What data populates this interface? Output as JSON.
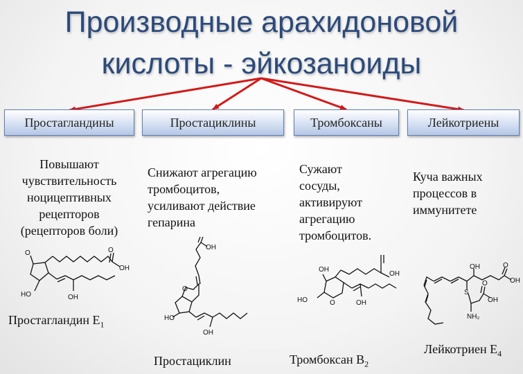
{
  "title": {
    "line1": "Производные арахидоновой",
    "line2": "кислоты - эйкозаноиды"
  },
  "colors": {
    "title": "#2c4a7a",
    "arrow": "#d11a1a",
    "box_border": "#5f7fb0",
    "box_fill": "#dde6f5"
  },
  "categories": [
    {
      "label": "Простагландины",
      "description": [
        "Повышают",
        "чувствительность",
        "ноцицептивных",
        "рецепторов",
        "(рецепторов боли)"
      ],
      "caption": "Простагландин E",
      "caption_sub": "1"
    },
    {
      "label": "Простациклины",
      "description": [
        "Снижают агрегацию",
        "тромбоцитов,",
        "усиливают действие",
        "гепарина"
      ],
      "caption": "Простациклин",
      "caption_sub": ""
    },
    {
      "label": "Тромбоксаны",
      "description": [
        "Сужают",
        "сосуды,",
        "активируют",
        "агрегацию",
        "тромбоцитов."
      ],
      "caption": "Тромбоксан B",
      "caption_sub": "2"
    },
    {
      "label": "Лейкотриены",
      "description": [
        "Куча важных",
        "процессов в",
        "иммунитете"
      ],
      "caption": "Лейкотриен E",
      "caption_sub": "4"
    }
  ],
  "molecule_labels": {
    "o": "O",
    "oh": "OH",
    "ho": "HO",
    "s": "S",
    "nh2": "NH₂"
  }
}
